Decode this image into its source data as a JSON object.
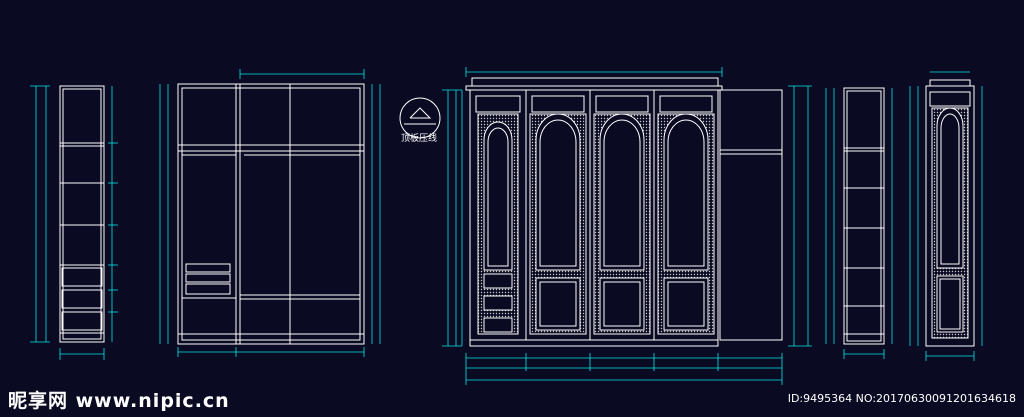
{
  "colors": {
    "background": "#0a0a22",
    "cabinet_lines": "#ffffff",
    "dimension_lines": "#00e5e5",
    "hatch": "#c8c8c8"
  },
  "annotation": {
    "detail_label": "顶板压线"
  },
  "watermark": {
    "site": "昵享网 www.nipic.cn",
    "id_text": "ID:9495364 NO:20170630091201634618"
  }
}
